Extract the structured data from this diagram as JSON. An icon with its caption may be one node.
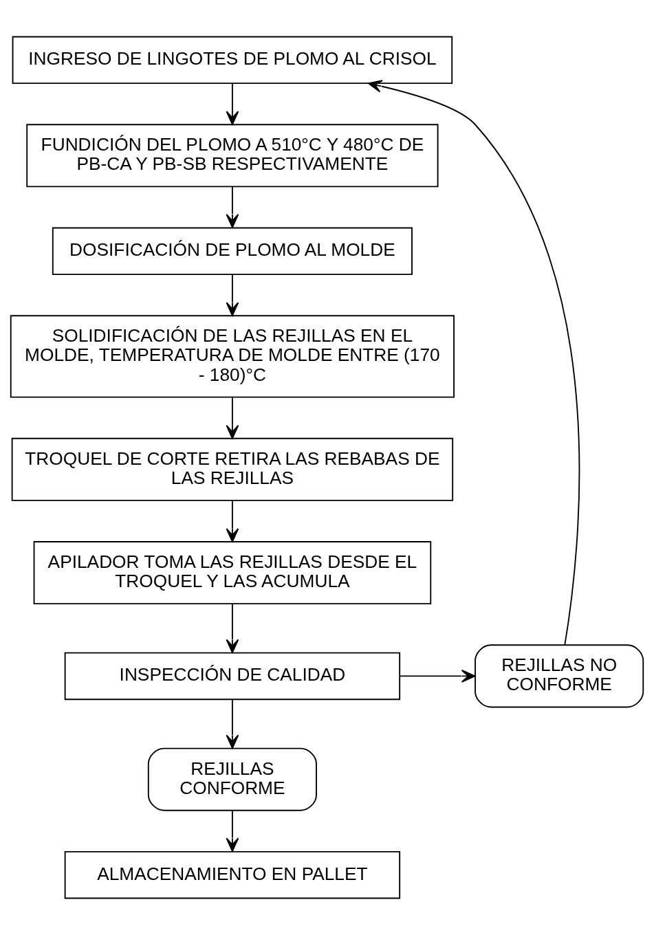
{
  "diagram": {
    "nodes": [
      {
        "text": [
          "INGRESO DE LINGOTES DE PLOMO AL CRISOL"
        ]
      },
      {
        "text": [
          "FUNDICIÓN DEL PLOMO A 510°C Y 480°C DE PB-CA Y PB-SB RESPECTIVAMENTE"
        ]
      },
      {
        "text": [
          "DOSIFICACIÓN DE PLOMO AL MOLDE"
        ]
      },
      {
        "text": [
          "SOLIDIFICACIÓN DE LAS REJILLAS EN EL MOLDE, TEMPERATURA DE MOLDE ENTRE (170 - 180)°C"
        ]
      },
      {
        "text": [
          "TROQUEL DE CORTE RETIRA LAS REBABAS DE LAS REJILLAS"
        ]
      },
      {
        "text": [
          "APILADOR TOMA LAS REJILLAS DESDE EL TROQUEL Y LAS ACUMULA"
        ]
      },
      {
        "text": [
          "INSPECCIÓN DE CALIDAD"
        ]
      },
      {
        "text": [
          "REJILLAS NO CONFORME"
        ]
      },
      {
        "text": [
          "REJILLAS CONFORME"
        ]
      },
      {
        "text": [
          "ALMACENAMIENTO EN PALLET"
        ]
      }
    ],
    "edges": [
      {
        "from": 0,
        "to": 1,
        "arrow": "to"
      },
      {
        "from": 1,
        "to": 2,
        "arrow": "to"
      },
      {
        "from": 2,
        "to": 3,
        "arrow": "to"
      },
      {
        "from": 3,
        "to": 4,
        "arrow": "to"
      },
      {
        "from": 4,
        "to": 5,
        "arrow": "to"
      },
      {
        "from": 5,
        "to": 6,
        "arrow": "to"
      },
      {
        "from": 6,
        "to": 7,
        "arrow": "to"
      },
      {
        "from": 7,
        "to": 0,
        "arrow": "to"
      },
      {
        "from": 6,
        "to": 8,
        "arrow": "to"
      },
      {
        "from": 8,
        "to": 9,
        "arrow": "to"
      }
    ]
  }
}
